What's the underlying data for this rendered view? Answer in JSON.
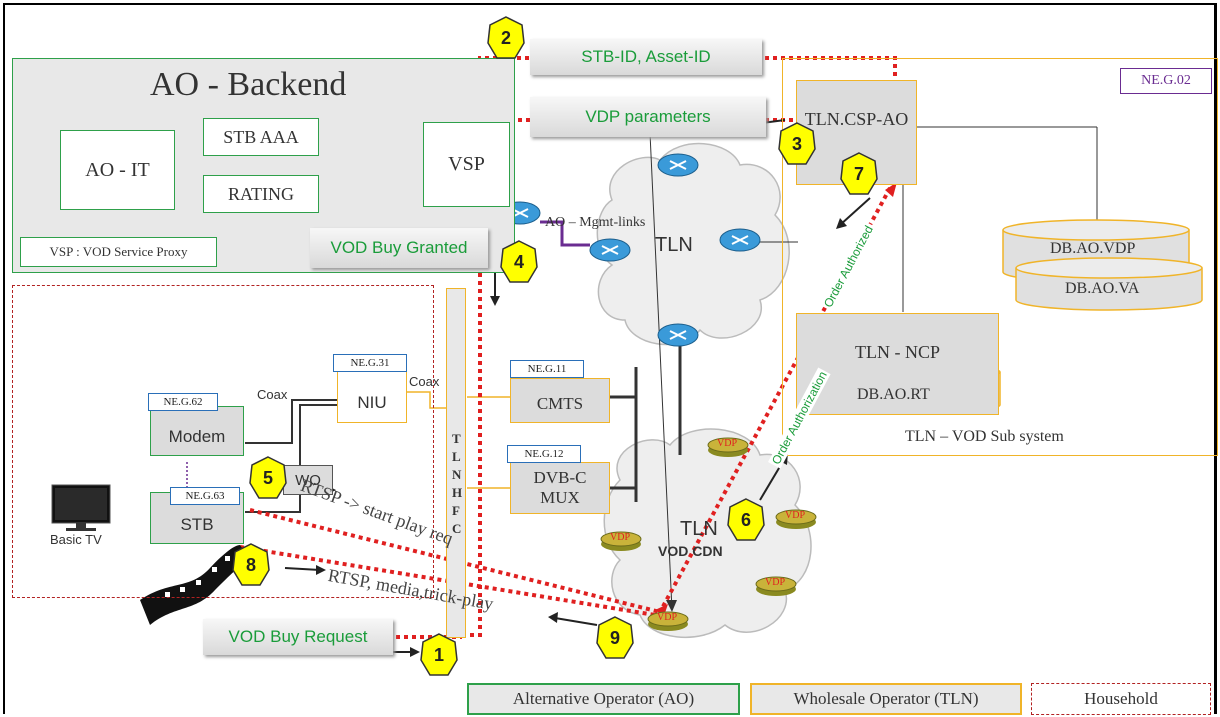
{
  "ao_backend": {
    "title": "AO - Backend",
    "ao_it": "AO - IT",
    "stb_aaa": "STB AAA",
    "rating": "RATING",
    "vsp": "VSP",
    "vsp_note": "VSP : VOD Service Proxy"
  },
  "messages": {
    "stb_asset": "STB-ID, Asset-ID",
    "vdp_params": "VDP parameters",
    "vod_buy_granted": "VOD Buy Granted",
    "vod_buy_request": "VOD Buy Request",
    "rtsp_start": "RTSP -> start play req",
    "rtsp_media": "RTSP, media,trick-play",
    "order_authorized": "Order Authorized",
    "order_authorization": "Order Authorization"
  },
  "tln": {
    "label": "TLN",
    "mgmt_links": "AO – Mgmt-links",
    "csp_ao": "TLN.CSP-AO",
    "ncp": "TLN - NCP",
    "db_rt": "DB.AO.RT",
    "db_vdp": "DB.AO.VDP",
    "db_va": "DB.AO.VA",
    "subsystem": "TLN – VOD Sub system",
    "ne_g02": "NE.G.02",
    "cdn_label": "TLN",
    "cdn_sub": "VOD CDN",
    "vdp": "VDP",
    "hfc": "T L N  H F C"
  },
  "household": {
    "niu": "NIU",
    "coax1": "Coax",
    "coax2": "Coax",
    "modem": "Modem",
    "stb": "STB",
    "wo": "WO",
    "basic_tv": "Basic TV",
    "cmts": "CMTS",
    "dvbc1": "DVB-C",
    "dvbc2": "MUX"
  },
  "tags": {
    "ne_g31": "NE.G.31",
    "ne_g11": "NE.G.11",
    "ne_g62": "NE.G.62",
    "ne_g12": "NE.G.12",
    "ne_g63": "NE.G.63"
  },
  "steps": [
    "1",
    "2",
    "3",
    "4",
    "5",
    "6",
    "7",
    "8",
    "9"
  ],
  "legend": {
    "ao": "Alternative Operator (AO)",
    "tln": "Wholesale Operator (TLN)",
    "household": "Household"
  },
  "colors": {
    "ao_border": "#2ea04a",
    "tln_border": "#f0b429",
    "household_border": "#b22222",
    "red_dotted": "#e02020",
    "step_fill": "#ffff00",
    "message_green": "#1a9c3a"
  }
}
